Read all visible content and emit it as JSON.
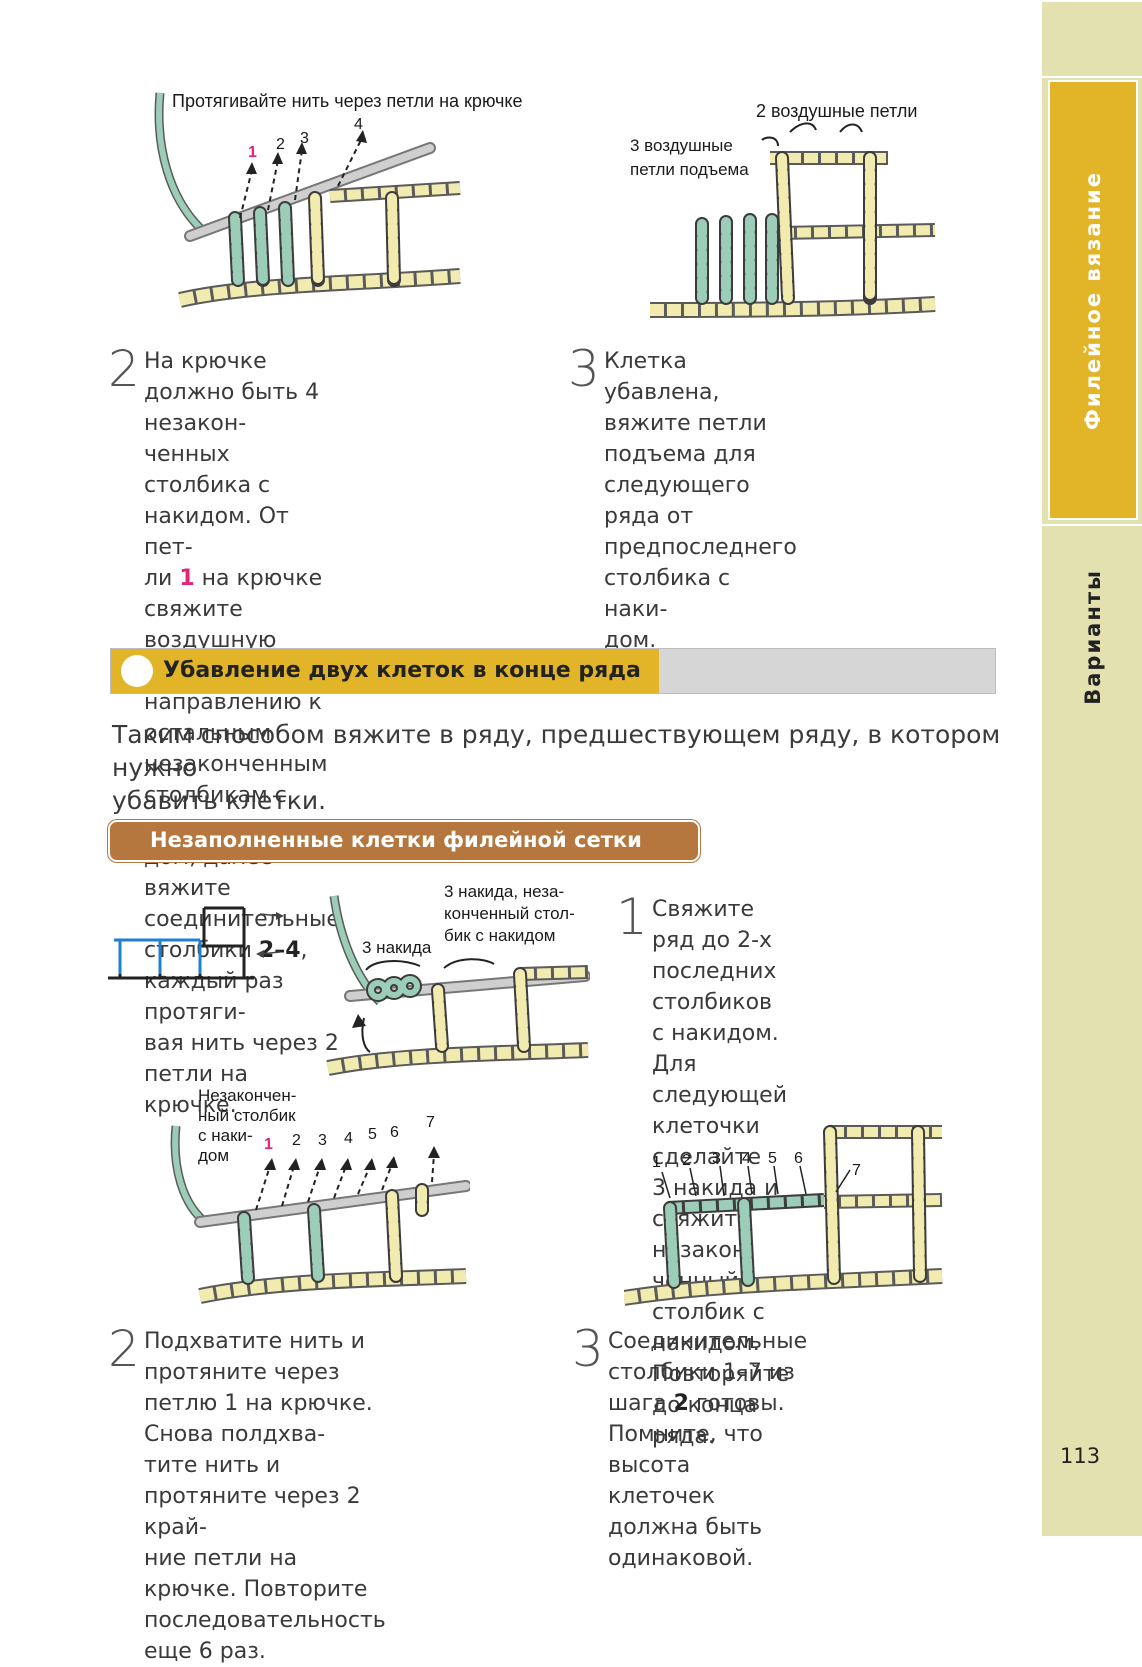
{
  "sidebar": {
    "tab_active": "Филейное вязание",
    "tab_inactive": "Варианты"
  },
  "page_number": "113",
  "top_left_figure": {
    "label": "Протягивайте нить через петли на крючке",
    "numbers": [
      "1",
      "2",
      "3",
      "4"
    ]
  },
  "top_right_figure": {
    "label_chain": "2 воздушные петли",
    "label_turn_1": "3 воздушные",
    "label_turn_2": "петли подъема"
  },
  "step2_top": {
    "number": "2",
    "lines": [
      "На крючке должно быть 4 незакон-",
      "ченных столбика с накидом. От пет-",
      "ли ",
      "1",
      " на крючке свяжите воздушную",
      "петлю по направлению к остальным",
      "незаконченным столбикам с наки-",
      "дом, далее вяжите соединительные",
      "столбики ",
      "2–4",
      ", каждый раз протяги-",
      "вая нить через 2 петли на крючке."
    ]
  },
  "step3_top": {
    "number": "3",
    "lines": [
      "Клетка убавлена, вяжите петли",
      "подъема для следующего ряда от",
      "предпоследнего столбика с наки-",
      "дом."
    ]
  },
  "section": {
    "title": "Убавление двух клеток в конце ряда",
    "intro_1": "Таким способом вяжите в ряду, предшествующем ряду, в котором нужно",
    "intro_2": "убавить клетки."
  },
  "subsection": {
    "title": "Незаполненные клетки филейной сетки"
  },
  "mid_figure": {
    "label_3nakida": "3 накида",
    "label_top_1": "3 накида, неза-",
    "label_top_2": "конченный стол-",
    "label_top_3": "бик с накидом"
  },
  "step1_mid": {
    "number": "1",
    "lines": [
      "Свяжите ряд до 2-х последних",
      "столбиков с накидом. Для",
      "следующей клеточки сделайте",
      "3 накида и свяжите незакон-",
      "ченный столбик с накидом.",
      "Повторяйте до конца ряда."
    ]
  },
  "bottom_left_figure": {
    "label_1": "Незакончен-",
    "label_2": "ный столбик",
    "label_3": "с наки-",
    "label_4": "дом",
    "numbers": [
      "1",
      "2",
      "3",
      "4",
      "5",
      "6",
      "7"
    ]
  },
  "bottom_right_figure": {
    "numbers": [
      "1",
      "2",
      "3",
      "4",
      "5",
      "6",
      "7"
    ]
  },
  "step2_bottom": {
    "number": "2",
    "lines": [
      "Подхватите нить и протяните через",
      "петлю 1 на крючке. Снова полдхва-",
      "тите нить и протяните через 2 край-",
      "ние петли на крючке. Повторите",
      "последовательность еще 6 раз."
    ]
  },
  "step3_bottom": {
    "number": "3",
    "lines": [
      "Соединительные столбики 1–7 из",
      "шага ",
      "2",
      " готовы. Помните, что высота",
      "клеточек должна быть одинаковой."
    ]
  },
  "colors": {
    "accent_yellow": "#e2b427",
    "sidebar_bg": "#e4e1b1",
    "brown_bar": "#b5773e",
    "yarn_green": "#9ccdb8",
    "yarn_cream": "#f2ebb0",
    "highlight_pink": "#e4237a"
  }
}
